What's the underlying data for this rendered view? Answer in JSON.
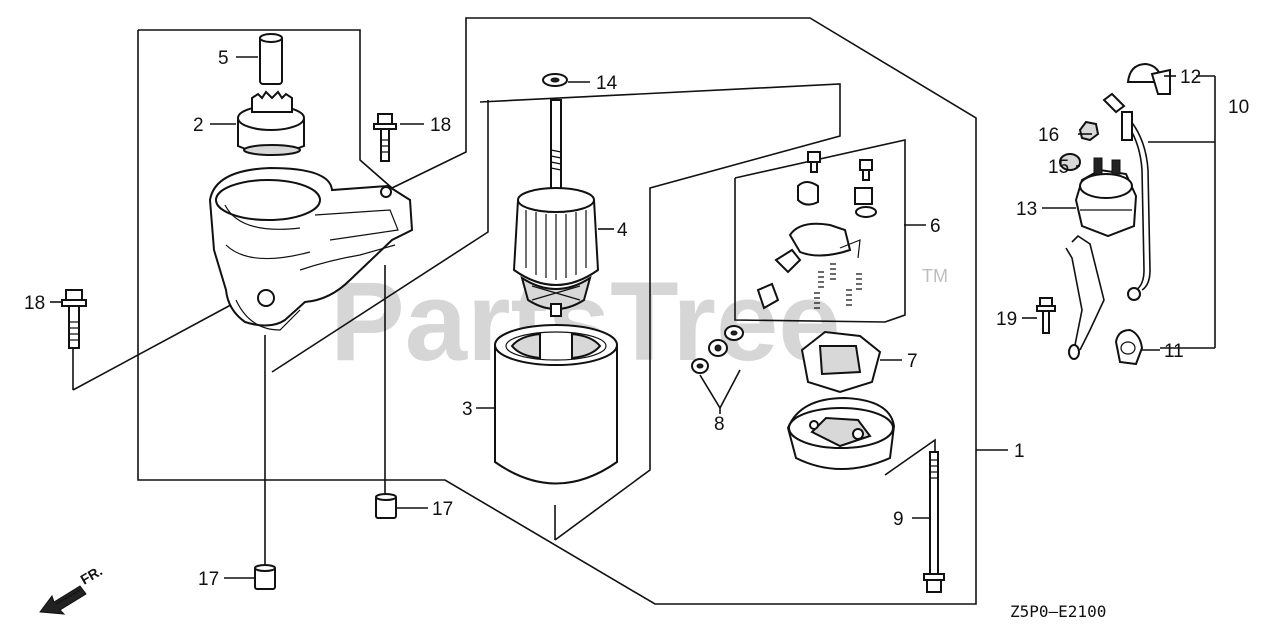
{
  "watermark": {
    "text": "PartsTree",
    "trademark": "TM"
  },
  "diagram_code": "Z5P0—E2100",
  "front_indicator": "FR.",
  "callouts": {
    "c1": "1",
    "c2": "2",
    "c3": "3",
    "c4": "4",
    "c5": "5",
    "c6": "6",
    "c7": "7",
    "c8": "8",
    "c9": "9",
    "c10": "10",
    "c11": "11",
    "c12": "12",
    "c13": "13",
    "c14": "14",
    "c15": "15",
    "c16": "16",
    "c17a": "17",
    "c17b": "17",
    "c18a": "18",
    "c18b": "18",
    "c19": "19"
  }
}
